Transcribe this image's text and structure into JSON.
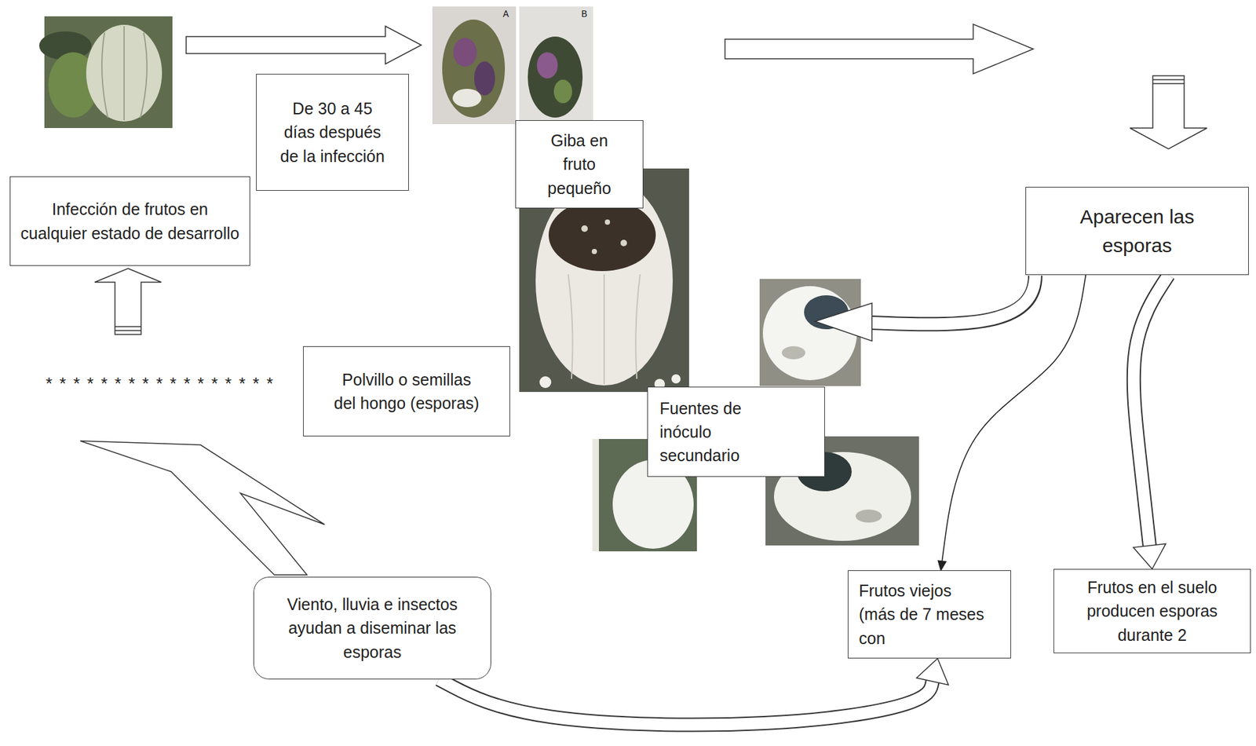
{
  "diagram": {
    "nodes": [
      {
        "text": [
          "De 30 a 45 días después de la infección"
        ]
      },
      {
        "text": [
          "Giba en fruto pequeño"
        ]
      },
      {
        "text": [
          "Infección de frutos en cualquier estado de desarrollo"
        ]
      },
      {
        "text": [
          "Aparecen las esporas"
        ]
      },
      {
        "text": [
          "Polvillo o semillas del hongo (esporas)"
        ]
      },
      {
        "text": [
          "Fuentes de inóculo secundario"
        ]
      },
      {
        "text": [
          "Viento, lluvia e insectos ayudan a diseminar las esporas"
        ]
      },
      {
        "text": [
          "Frutos viejos (más de 7 meses con"
        ]
      },
      {
        "text": [
          "Frutos en el suelo producen esporas durante 2"
        ]
      }
    ],
    "edges": [
      {
        "from": 3,
        "to": 7,
        "arrow": "to"
      },
      {
        "from": 3,
        "to": 8,
        "arrow": "to"
      },
      {
        "from": 6,
        "to": 7,
        "arrow": "to"
      }
    ],
    "labels": [
      "A",
      "B",
      "*****************"
    ]
  }
}
